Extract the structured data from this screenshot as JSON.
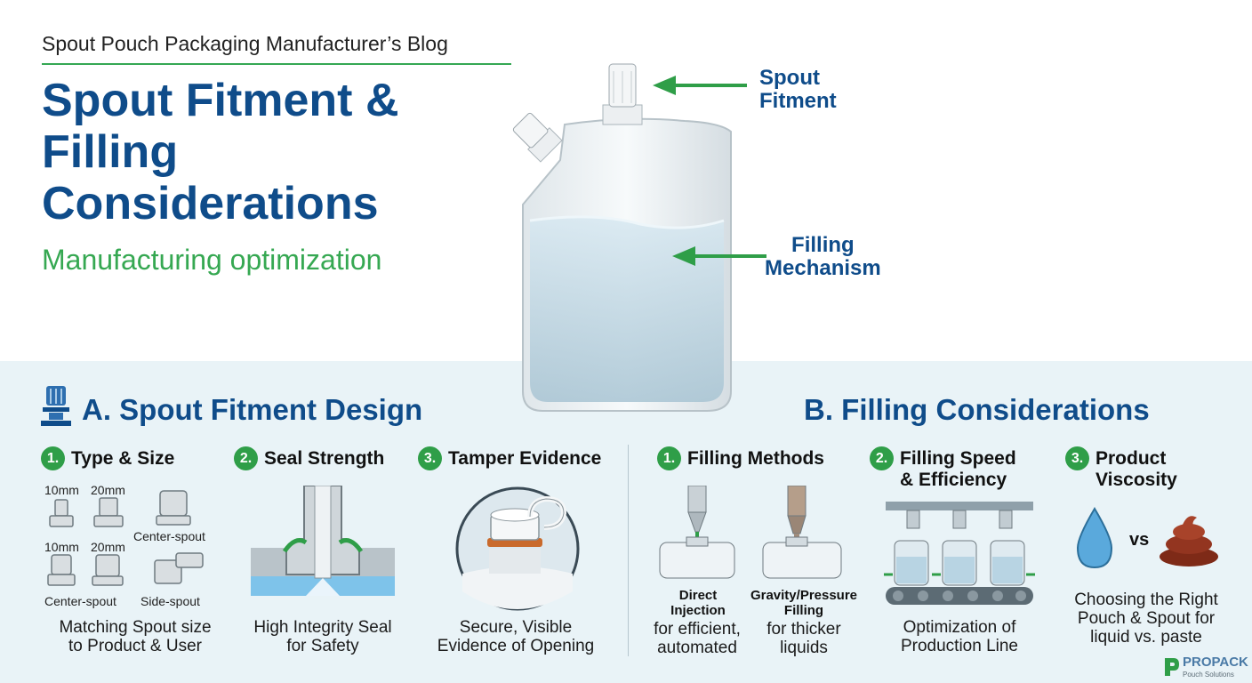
{
  "header": {
    "kicker": "Spout Pouch Packaging Manufacturer’s Blog",
    "title": "Spout Fitment & Filling Considerations",
    "subtitle": "Manufacturing optimization"
  },
  "hero": {
    "callout_spout": [
      "Spout",
      "Fitment"
    ],
    "callout_filling": [
      "Filling",
      "Mechanism"
    ]
  },
  "section_a": {
    "title": "A. Spout Fitment Design",
    "items": [
      {
        "num": "1.",
        "title": "Type & Size",
        "caption": [
          "Matching Spout size",
          "to Product & User"
        ],
        "labels": {
          "size_10_top": "10mm",
          "size_20_top": "20mm",
          "size_10_bottom": "10mm",
          "size_20_bottom": "20mm",
          "center": "Center-spout",
          "center_bottom": "Center-spout",
          "side": "Side-spout"
        }
      },
      {
        "num": "2.",
        "title": "Seal Strength",
        "caption": [
          "High Integrity Seal",
          "for Safety"
        ]
      },
      {
        "num": "3.",
        "title": "Tamper Evidence",
        "caption": [
          "Secure, Visible",
          "Evidence of Opening"
        ]
      }
    ]
  },
  "section_b": {
    "title": "B. Filling Considerations",
    "items": [
      {
        "num": "1.",
        "title": "Filling Methods",
        "methods": [
          {
            "name": [
              "Direct",
              "Injection"
            ],
            "desc": [
              "for efficient,",
              "automated"
            ]
          },
          {
            "name": [
              "Gravity/Pressure",
              "Filling"
            ],
            "desc": [
              "for thicker",
              "liquids"
            ]
          }
        ]
      },
      {
        "num": "2.",
        "title": [
          "Filling Speed",
          "& Efficiency"
        ],
        "caption": [
          "Optimization of",
          "Production Line"
        ]
      },
      {
        "num": "3.",
        "title": [
          "Product",
          "Viscosity"
        ],
        "vs": "vs",
        "caption": [
          "Choosing the Right",
          "Pouch & Spout for",
          "liquid vs. paste"
        ]
      }
    ]
  },
  "logo": {
    "name": "PROPACK",
    "tagline": "Pouch Solutions"
  },
  "colors": {
    "brand_blue": "#0f4c8a",
    "accent_green": "#34a853",
    "band": "#e9f3f7"
  },
  "icons": [
    "spout-cap-icon",
    "water-drop-icon",
    "paste-icon",
    "propack-logo-icon"
  ]
}
